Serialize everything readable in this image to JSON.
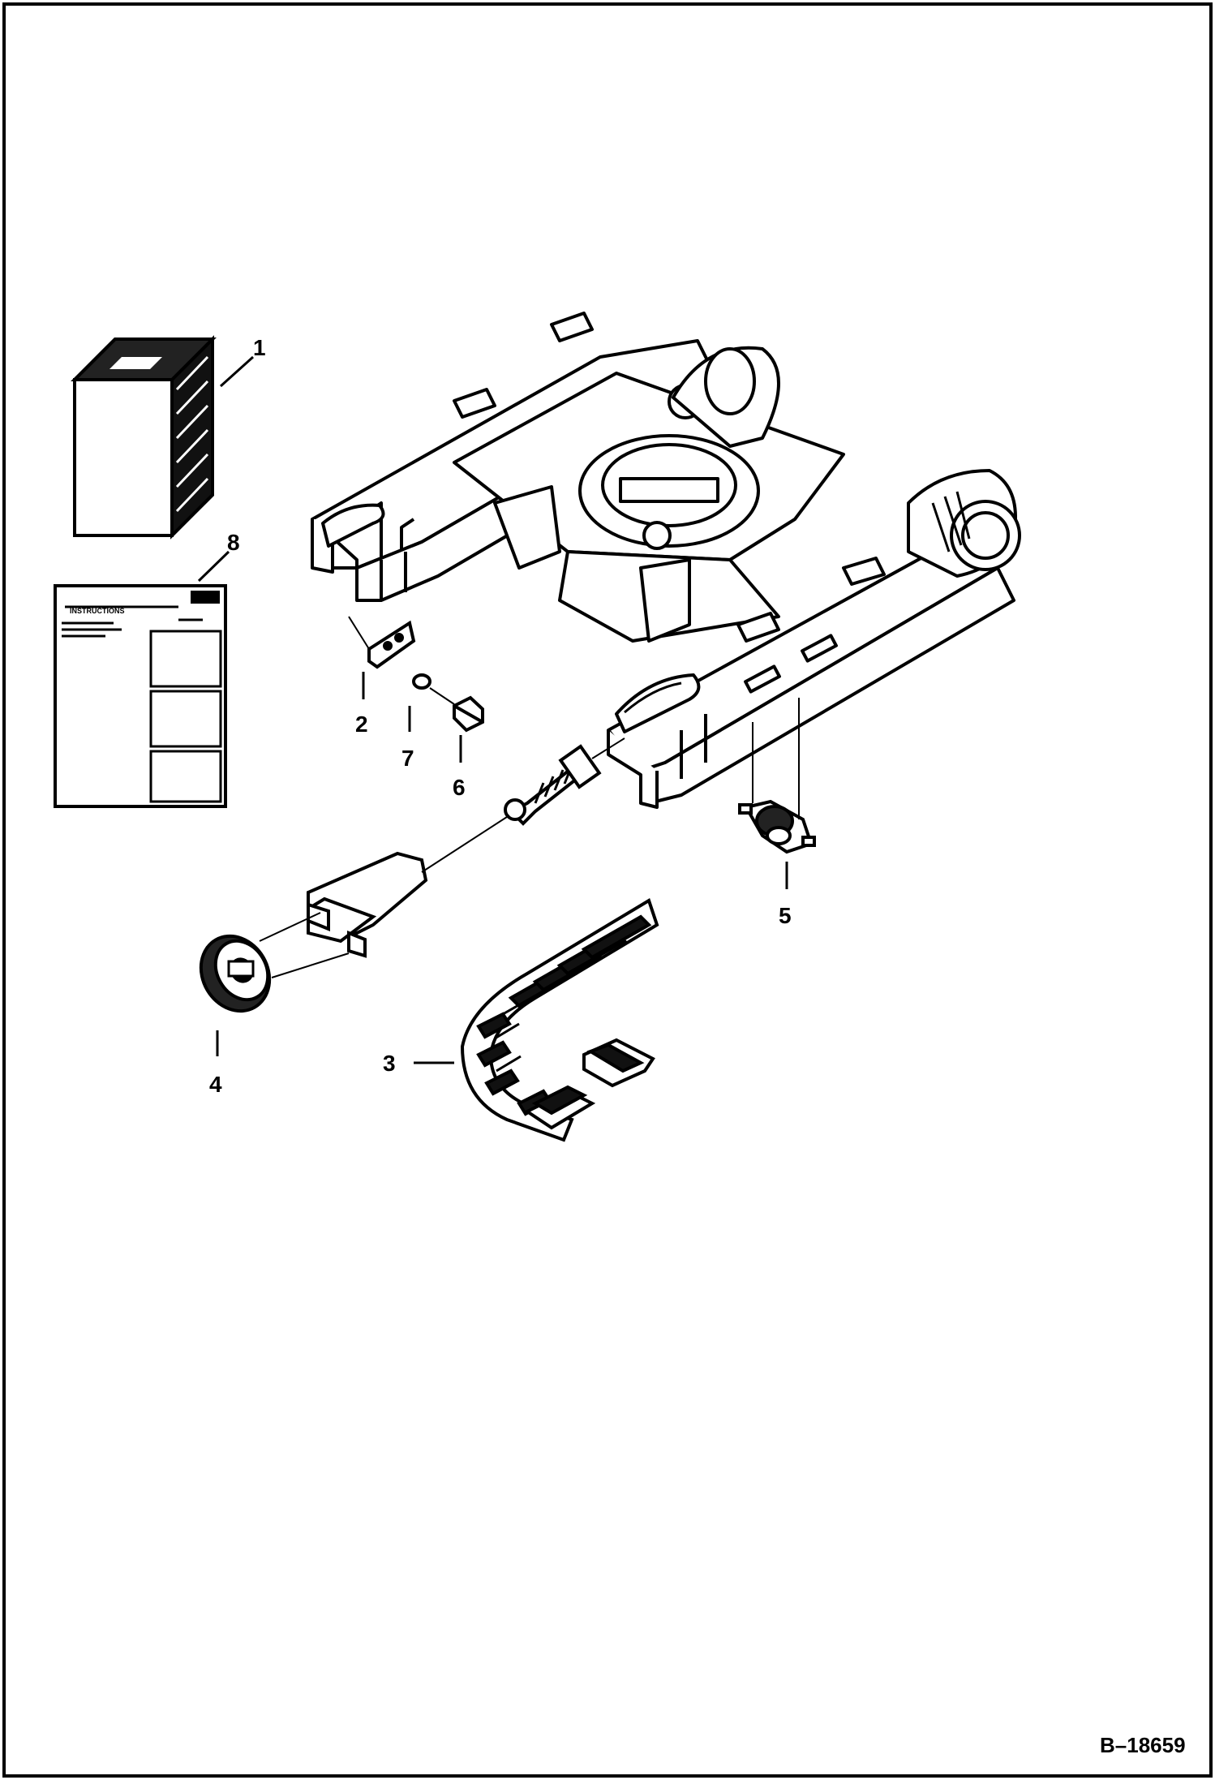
{
  "diagram": {
    "reference": "B–18659",
    "callouts": [
      {
        "id": "1",
        "text": "1"
      },
      {
        "id": "2",
        "text": "2"
      },
      {
        "id": "3",
        "text": "3"
      },
      {
        "id": "4",
        "text": "4"
      },
      {
        "id": "5",
        "text": "5"
      },
      {
        "id": "6",
        "text": "6"
      },
      {
        "id": "7",
        "text": "7"
      },
      {
        "id": "8",
        "text": "8"
      }
    ],
    "instruction_sheet": {
      "title": "INSTRUCTIONS"
    }
  }
}
